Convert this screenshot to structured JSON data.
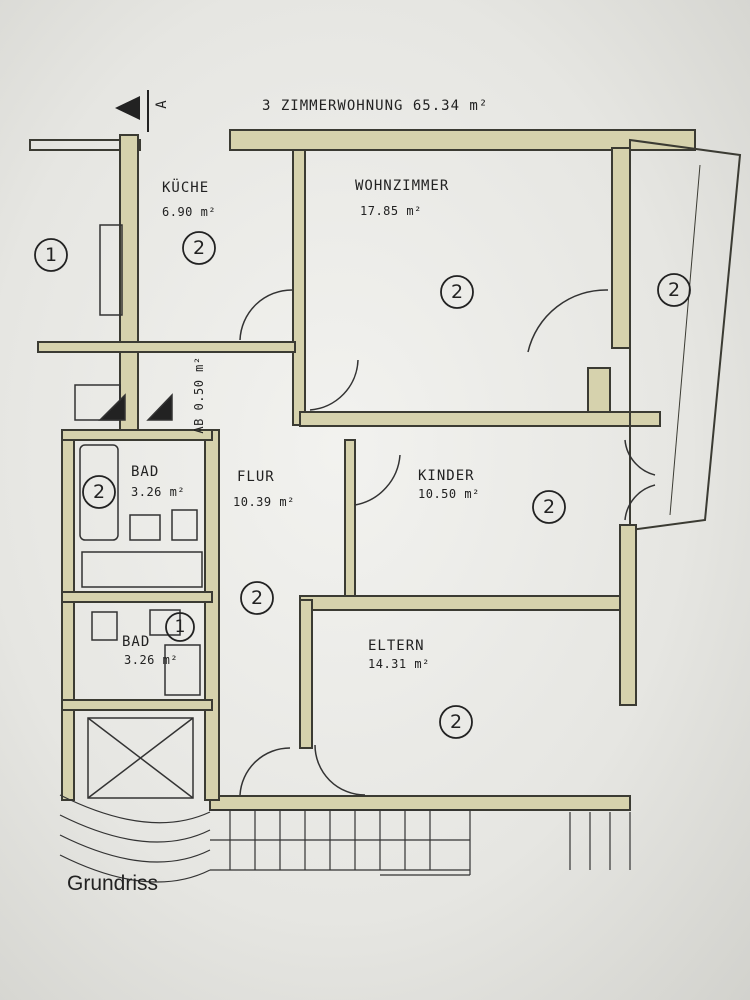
{
  "header": {
    "title": "3 ZIMMERWOHNUNG 65.34 m²",
    "section_marker": "A"
  },
  "rooms": [
    {
      "id": "kueche",
      "name": "KÜCHE",
      "area": "6.90 m²",
      "zone": "2"
    },
    {
      "id": "wohnzimmer",
      "name": "WOHNZIMMER",
      "area": "17.85 m²",
      "zone": "2"
    },
    {
      "id": "balkon",
      "name": "",
      "area": "",
      "zone": "2"
    },
    {
      "id": "bad1",
      "name": "BAD",
      "area": "3.26 m²",
      "zone": "2"
    },
    {
      "id": "flur",
      "name": "FLUR",
      "area": "10.39 m²",
      "zone": "2"
    },
    {
      "id": "kinder",
      "name": "KINDER",
      "area": "10.50 m²",
      "zone": "2"
    },
    {
      "id": "bad2",
      "name": "BAD",
      "area": "3.26 m²",
      "zone": "1"
    },
    {
      "id": "eltern",
      "name": "ELTERN",
      "area": "14.31 m²",
      "zone": "2"
    }
  ],
  "outside_zone": "1",
  "note_vertical": "AB 0.50 m²",
  "caption": "Grundriss",
  "colors": {
    "wall": "#d6d2ad",
    "wall_stroke": "#3b3b33",
    "paper": "#eeeeea"
  }
}
